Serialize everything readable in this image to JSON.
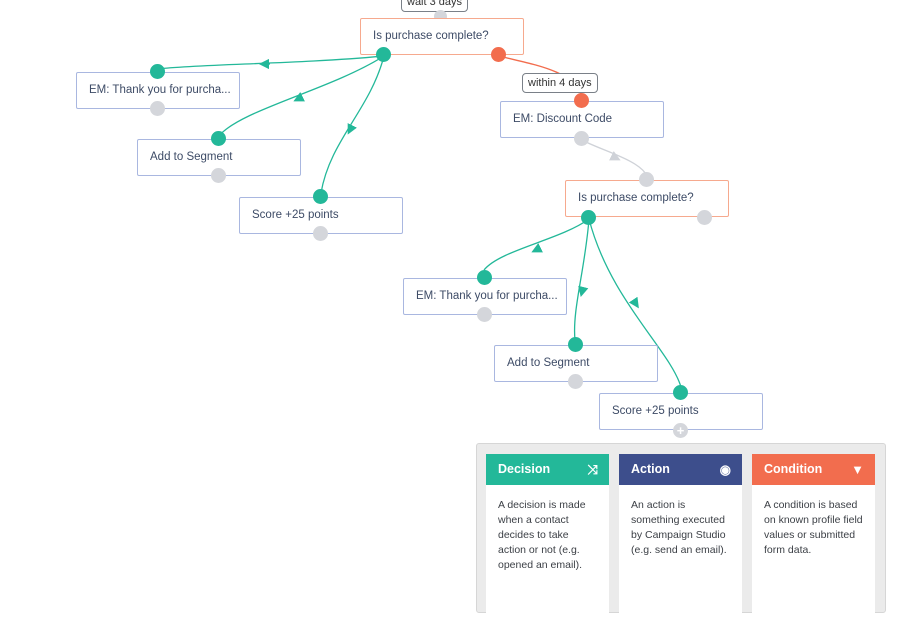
{
  "labels": {
    "wait": "wait 3 days",
    "within": "within 4 days"
  },
  "nodes": {
    "decision_1": "Is purchase complete?",
    "email_thanks_1": "EM: Thank you for purcha...",
    "segment_1": "Add to Segment",
    "score_1": "Score +25 points",
    "email_discount": "EM: Discount Code",
    "decision_2": "Is purchase complete?",
    "email_thanks_2": "EM: Thank you for purcha...",
    "segment_2": "Add to Segment",
    "score_2": "Score +25 points"
  },
  "legend": {
    "decision": {
      "title": "Decision",
      "icon": "shuffle-icon",
      "color": "#23b899",
      "text": "A decision is made when a contact decides to take action or not (e.g. opened an email)."
    },
    "action": {
      "title": "Action",
      "icon": "target-icon",
      "color": "#3d4e8c",
      "text": "An action is something executed by Campaign Studio (e.g. send an email)."
    },
    "condition": {
      "title": "Condition",
      "icon": "filter-icon",
      "color": "#f26d4e",
      "text": "A condition is based on known profile field values or submitted form data."
    }
  },
  "colors": {
    "yes_path": "#23b899",
    "no_path": "#f26d4e",
    "neutral_path": "#cfd2d8",
    "node_border": "#a9b7e0",
    "decision_border": "#f6a98e"
  }
}
